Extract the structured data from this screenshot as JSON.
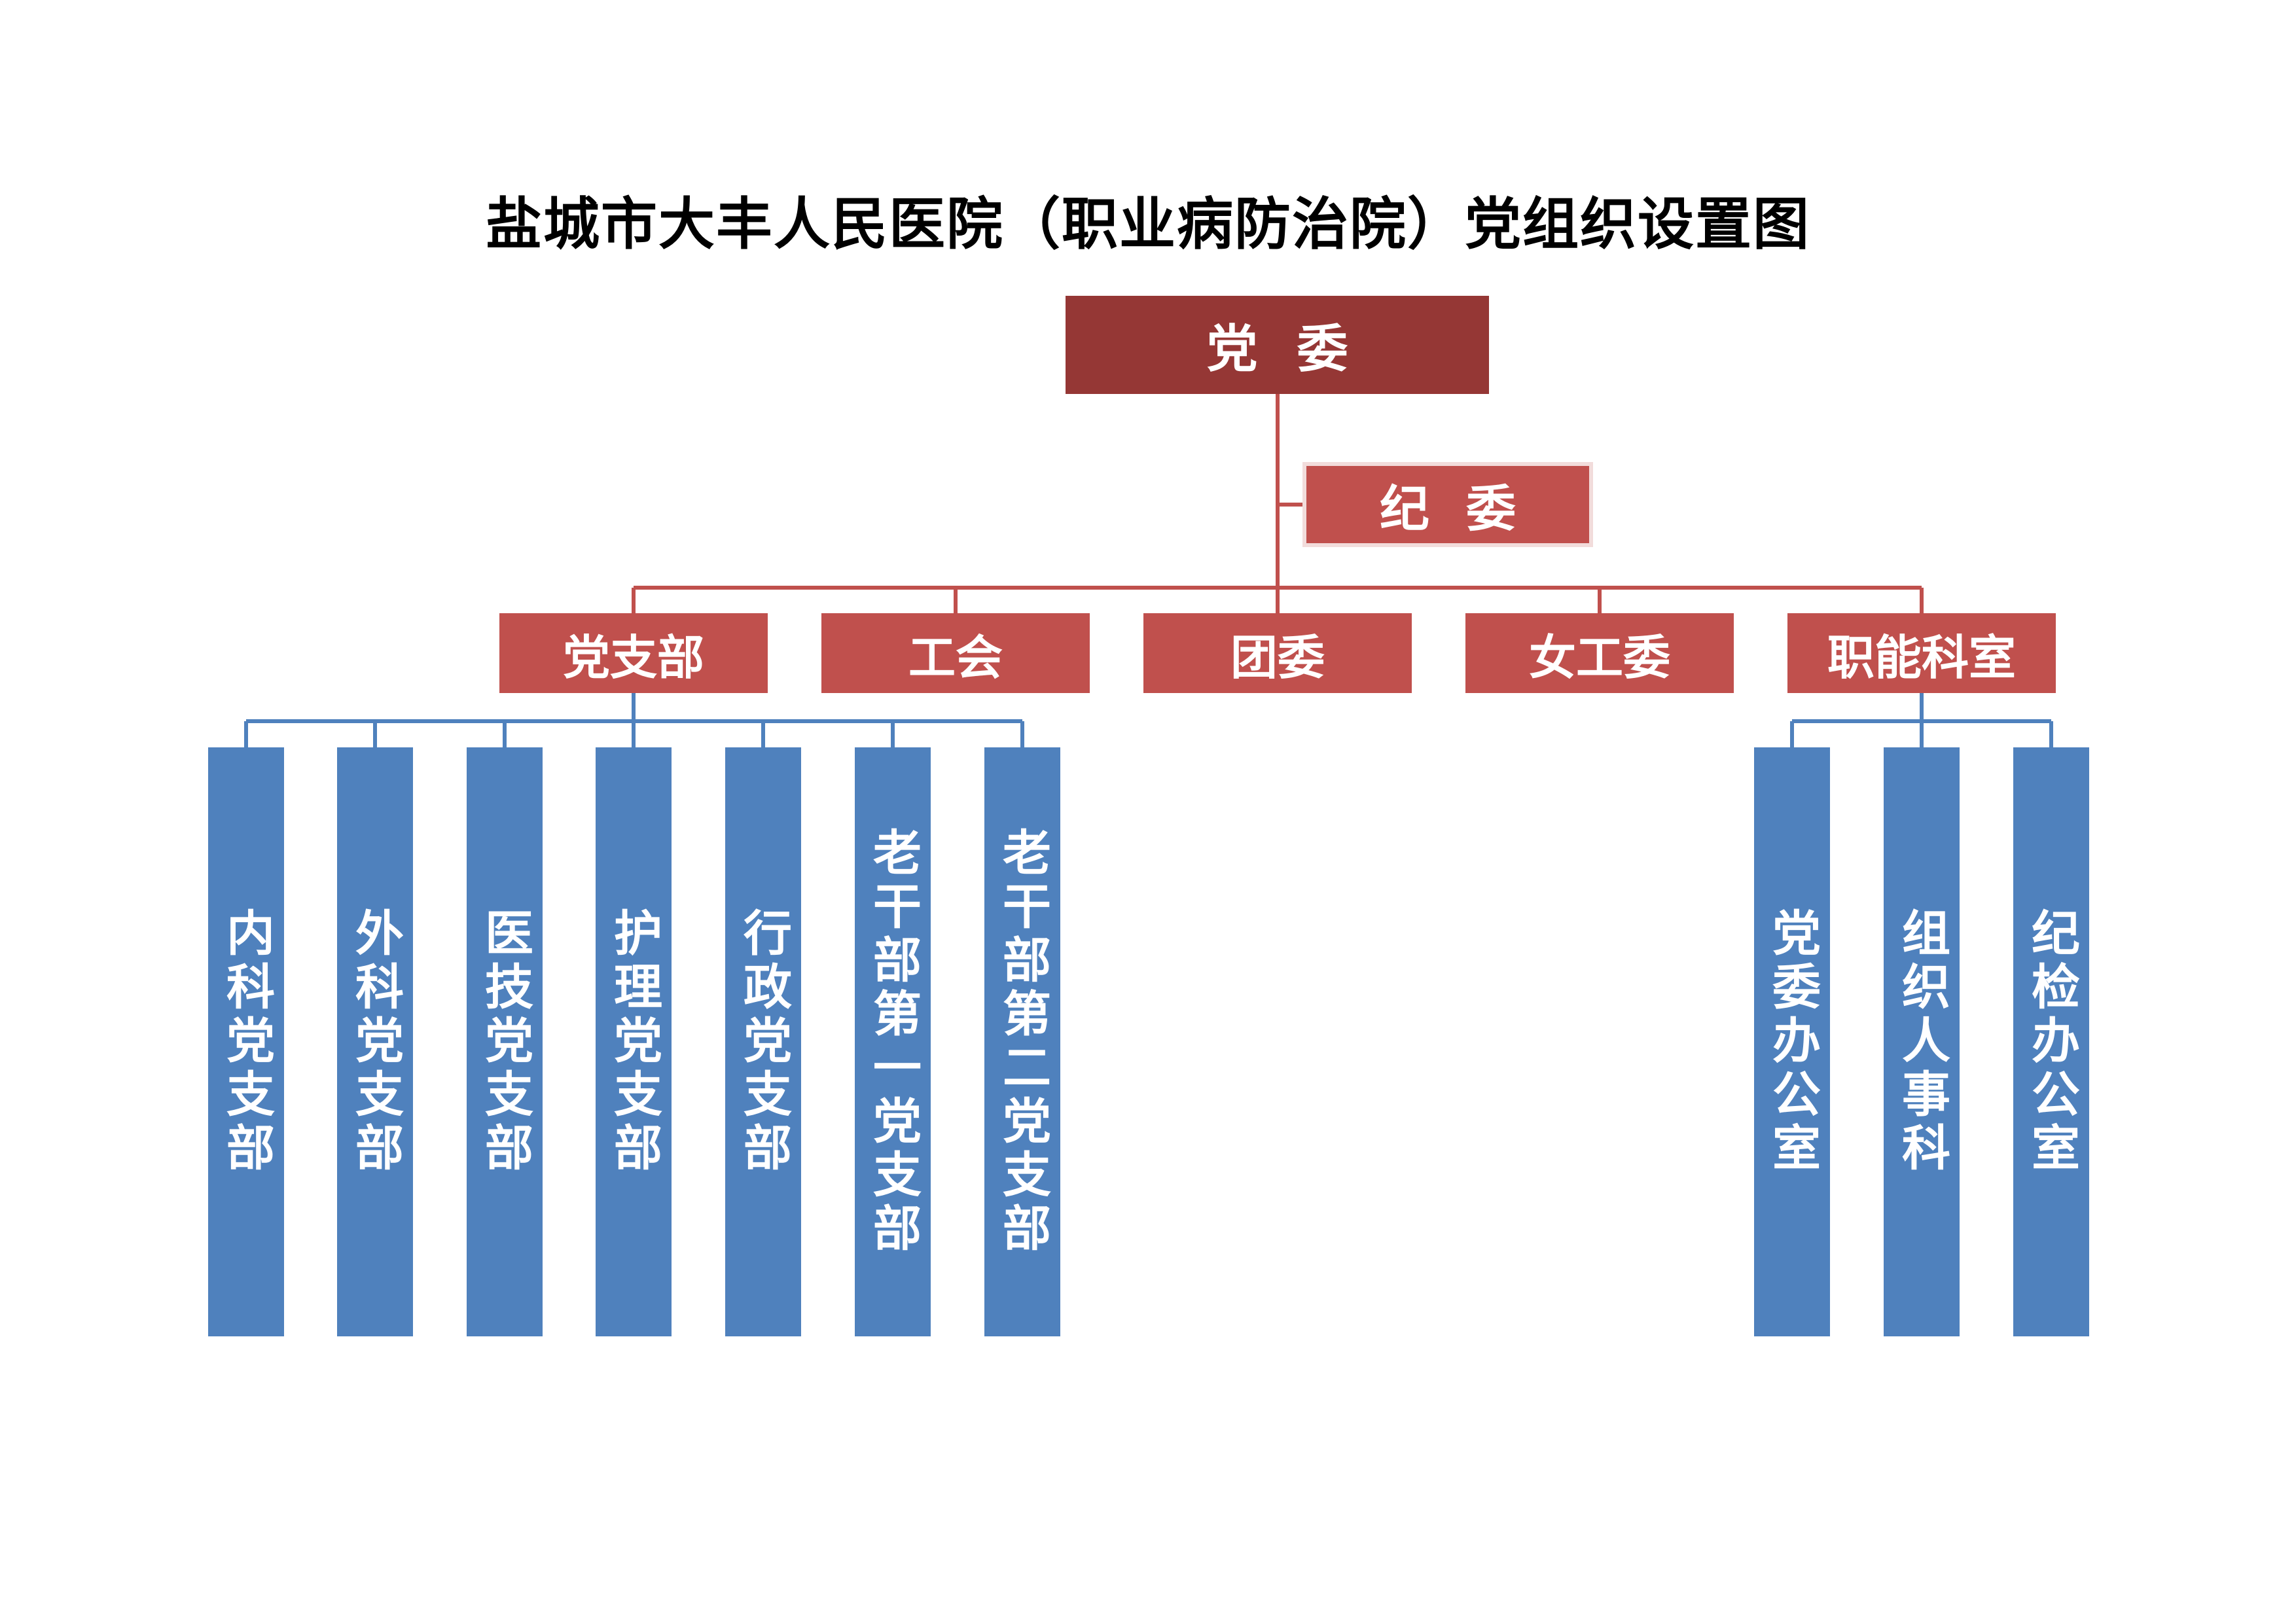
{
  "title": "盐城市大丰人民医院（职业病防治院）党组织设置图",
  "colors": {
    "top_box": "#953735",
    "red_box": "#c0504d",
    "red_line": "#c0504d",
    "blue_box": "#4f81bd",
    "blue_line": "#4f81bd"
  },
  "root": {
    "label": "党委"
  },
  "discipline": {
    "label": "纪委"
  },
  "level2": [
    {
      "label": "党支部"
    },
    {
      "label": "工会"
    },
    {
      "label": "团委"
    },
    {
      "label": "女工委"
    },
    {
      "label": "职能科室"
    }
  ],
  "party_branches": [
    {
      "label": "内科党支部"
    },
    {
      "label": "外科党支部"
    },
    {
      "label": "医技党支部"
    },
    {
      "label": "护理党支部"
    },
    {
      "label": "行政党支部"
    },
    {
      "label": "老干部第一党支部"
    },
    {
      "label": "老干部第二党支部"
    }
  ],
  "functional_offices": [
    {
      "label": "党委办公室"
    },
    {
      "label": "组织人事科"
    },
    {
      "label": "纪检办公室"
    }
  ]
}
